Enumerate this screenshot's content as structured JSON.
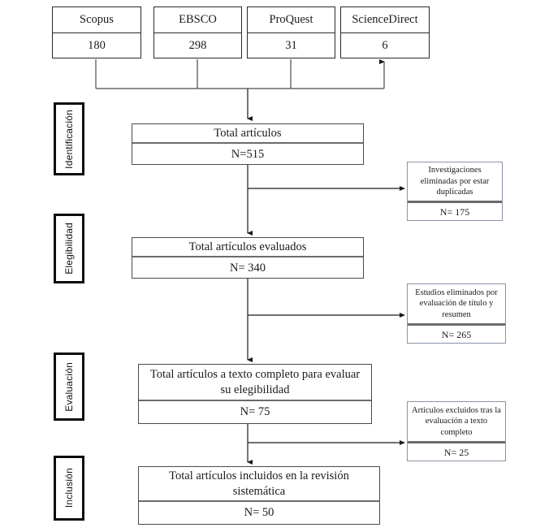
{
  "diagram": {
    "type": "prisma-flow-diagram",
    "language": "es",
    "sources": [
      {
        "name": "Scopus",
        "count": "180"
      },
      {
        "name": "EBSCO",
        "count": "298"
      },
      {
        "name": "ProQuest",
        "count": "31"
      },
      {
        "name": "ScienceDirect",
        "count": "6"
      }
    ],
    "stages": [
      {
        "label": "Identificación"
      },
      {
        "label": "Elegibilidad"
      },
      {
        "label": "Evaluación"
      },
      {
        "label": "Inclusión"
      }
    ],
    "steps": [
      {
        "label": "Total artículos",
        "count": "N=515"
      },
      {
        "label": "Total artículos evaluados",
        "count": "N= 340"
      },
      {
        "label": "Total artículos a texto completo para evaluar su elegibilidad",
        "count": "N= 75"
      },
      {
        "label": "Total  artículos incluidos en la revisión sistemática",
        "count": "N= 50"
      }
    ],
    "exclusions": [
      {
        "label": "Investigaciones eliminadas por estar duplicadas",
        "count": "N= 175"
      },
      {
        "label": "Estudios eliminados por evaluación de título y resumen",
        "count": "N= 265"
      },
      {
        "label": "Articulos excluidos tras la evaluación a texto completo",
        "count": "N= 25"
      }
    ],
    "colors": {
      "box_border": "#2b2b2b",
      "main_border": "#4a4a4a",
      "exclusion_border": "#8a94a6",
      "stage_border": "#0d0d0d",
      "connector": "#1a1a1a",
      "background": "#ffffff"
    }
  }
}
